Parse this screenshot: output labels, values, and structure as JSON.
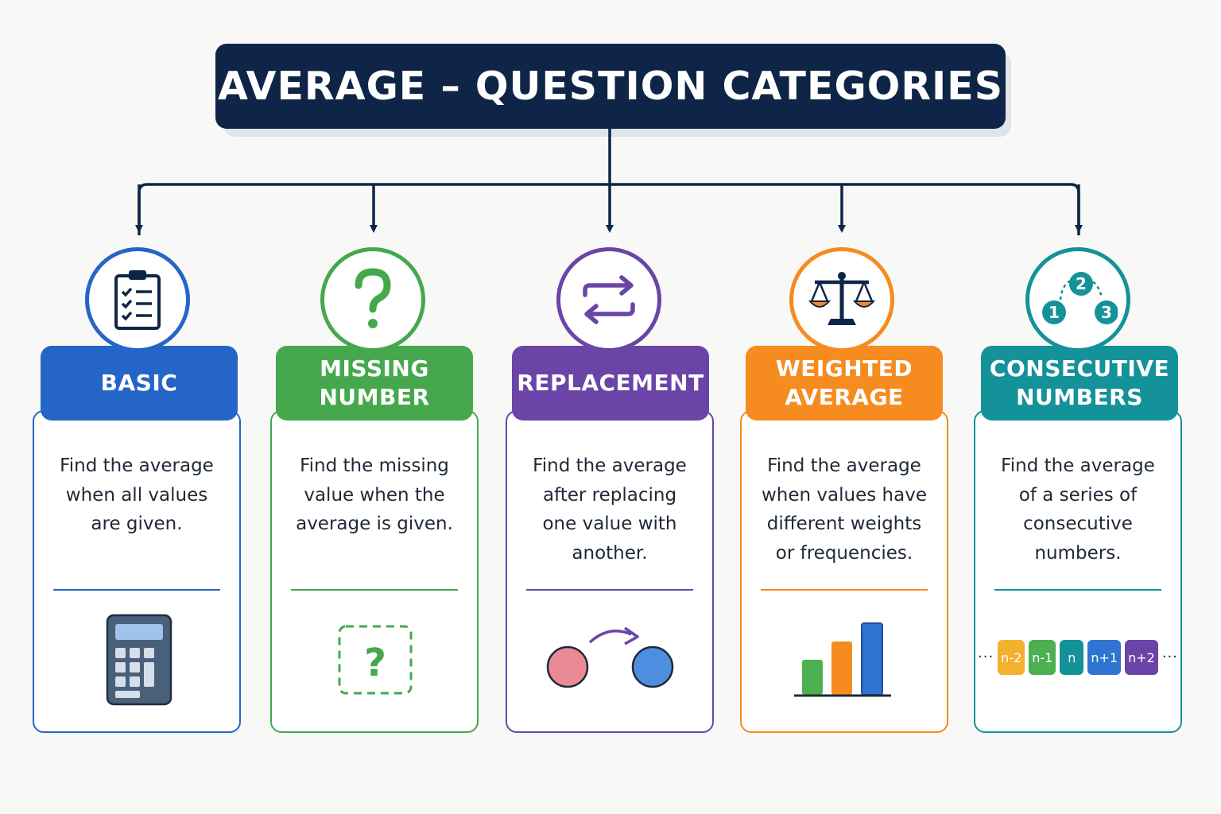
{
  "title": "AVERAGE – QUESTION CATEGORIES",
  "colors": {
    "title_bg": "#0f2548",
    "connector": "#0f2548",
    "basic": "#2565c7",
    "missing": "#45a84d",
    "replacement": "#6a44a6",
    "weighted": "#f68b1f",
    "consecutive": "#14929a"
  },
  "categories": [
    {
      "key": "basic",
      "label": "BASIC",
      "description": "Find the average\nwhen all values\nare given.",
      "icon": "clipboard-checklist-icon",
      "illustration": "calculator-icon"
    },
    {
      "key": "missing",
      "label": "MISSING\nNUMBER",
      "description": "Find the missing\nvalue when the\naverage is given.",
      "icon": "question-mark-icon",
      "illustration": "dashed-question-box-icon",
      "illustration_text": "?"
    },
    {
      "key": "replacement",
      "label": "REPLACEMENT",
      "description": "Find the average\nafter replacing\none value with\nanother.",
      "icon": "swap-arrows-icon",
      "illustration": "circle-replace-icon"
    },
    {
      "key": "weighted",
      "label": "WEIGHTED\nAVERAGE",
      "description": "Find the average\nwhen values have\ndifferent weights\nor frequencies.",
      "icon": "balance-scale-icon",
      "illustration": "bar-chart-icon"
    },
    {
      "key": "consecutive",
      "label": "CONSECUTIVE\nNUMBERS",
      "description": "Find the average\nof a series of\nconsecutive\nnumbers.",
      "icon": "numbered-circles-icon",
      "icon_numbers": [
        "1",
        "2",
        "3"
      ],
      "illustration": "number-sequence-icon",
      "sequence": [
        "n-2",
        "n-1",
        "n",
        "n+1",
        "n+2"
      ],
      "sequence_ellipsis": "···",
      "sequence_colors": [
        "#f3b12e",
        "#4caf50",
        "#14929a",
        "#2f74d0",
        "#6a44a6"
      ]
    }
  ]
}
